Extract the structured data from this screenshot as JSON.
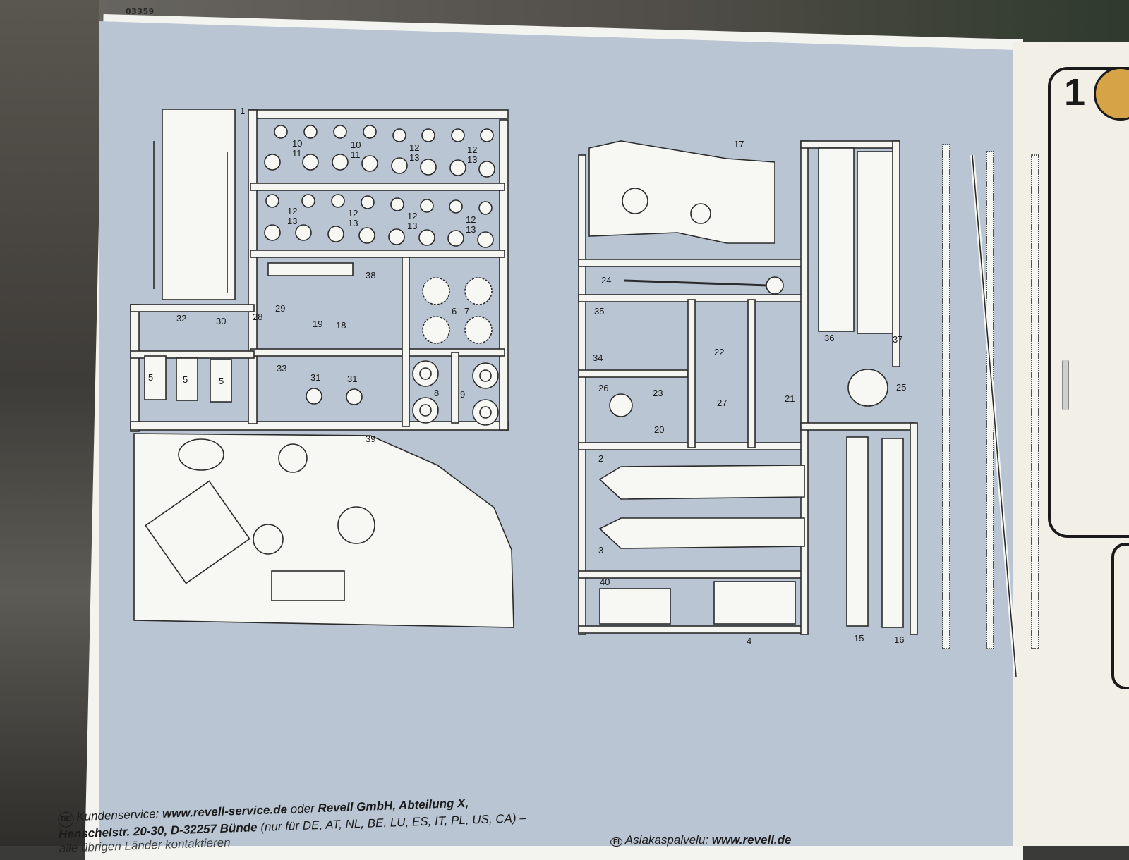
{
  "sheet_code": "03359",
  "step": {
    "number": "1",
    "icon": "glue-icon"
  },
  "part_labels": {
    "p1": "1",
    "p10a": "10",
    "p11a": "11",
    "p10b": "10",
    "p11b": "11",
    "p12a": "12",
    "p13a": "13",
    "p12b": "12",
    "p13b": "13",
    "p12c": "12",
    "p13c": "13",
    "p12d": "12",
    "p13d": "13",
    "p12e": "12",
    "p13e": "13",
    "p12f": "12",
    "p13f": "13",
    "p38": "38",
    "p28": "28",
    "p29": "29",
    "p19": "19",
    "p18": "18",
    "p32": "32",
    "p30": "30",
    "p6": "6",
    "p7": "7",
    "p5a": "5",
    "p5b": "5",
    "p5c": "5",
    "p33": "33",
    "p31a": "31",
    "p31b": "31",
    "p8": "8",
    "p9": "9",
    "p39": "39",
    "p17": "17",
    "p24": "24",
    "p35": "35",
    "p34": "34",
    "p22": "22",
    "p36": "36",
    "p37": "37",
    "p25": "25",
    "p26": "26",
    "p23": "23",
    "p27": "27",
    "p21": "21",
    "p20": "20",
    "p2": "2",
    "p3": "3",
    "p40": "40",
    "p4": "4",
    "p15": "15",
    "p16": "16"
  },
  "footer": {
    "de_flag": "DE",
    "de_service_prefix": "Kundenservice: ",
    "de_service_url": "www.revell-service.de",
    "de_service_mid": " oder ",
    "de_company": "Revell GmbH, Abteilung X,",
    "de_address": "Henschelstr. 20-30, D-32257 Bünde",
    "de_address_note": " (nur für DE, AT, NL, BE, LU, ES, IT, PL, US, CA) –",
    "de_line3": "alle übrigen Länder kontaktieren",
    "fi_flag": "FI",
    "fi_service_prefix": "Asiakaspalvelu: ",
    "fi_service_url": "www.revell.de"
  }
}
